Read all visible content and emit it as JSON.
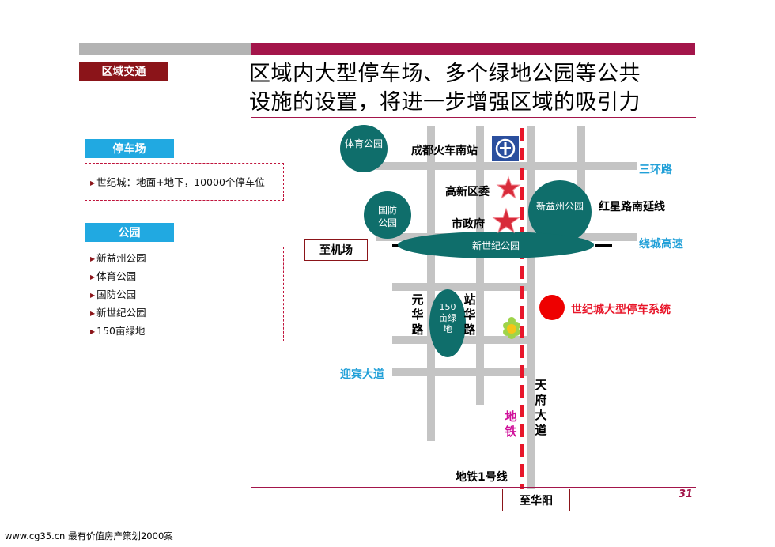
{
  "section_tag": "区域交通",
  "headline": {
    "line1": "区域内大型停车场、多个绿地公园等公共",
    "line2": "设施的设置，将进一步增强区域的吸引力"
  },
  "parking": {
    "label": "停车场",
    "items": [
      "世纪城：地面+地下，10000个停车位"
    ]
  },
  "parks": {
    "label": "公园",
    "items": [
      "新益州公园",
      "体育公园",
      "国防公园",
      "新世纪公园",
      "150亩绿地"
    ]
  },
  "map": {
    "parks": {
      "sports": "体育公园",
      "defense": "国防公园",
      "xinyizhou": "新益州公园",
      "xinshiji": "新世纪公园",
      "green150": "150亩绿地"
    },
    "labels": {
      "station": "成都火车南站",
      "hitech": "高新区委",
      "gov": "市政府",
      "hongxing": "红星路南延线",
      "airport": "至机场",
      "ring3": "三环路",
      "ringexp": "绕城高速",
      "yuanhua": "元华路",
      "zhanhua": "站华路",
      "parking_system": "世纪城大型停车系统",
      "yingbin": "迎宾大道",
      "tianfu": "天府大道",
      "metro": "地铁",
      "metro_line": "地铁1号线",
      "huayang": "至华阳"
    },
    "icons": [
      "train-station-icon",
      "star-icon",
      "flower-icon"
    ],
    "colors": {
      "road": "#c4c4c4",
      "park": "#0f6e6b",
      "metro": "#e8162a",
      "expressway_blue": "#21a0d8",
      "metro_label": "#d0119a"
    }
  },
  "page_number": "31",
  "footer": "www.cg35.cn 最有价值房产策划2000案"
}
